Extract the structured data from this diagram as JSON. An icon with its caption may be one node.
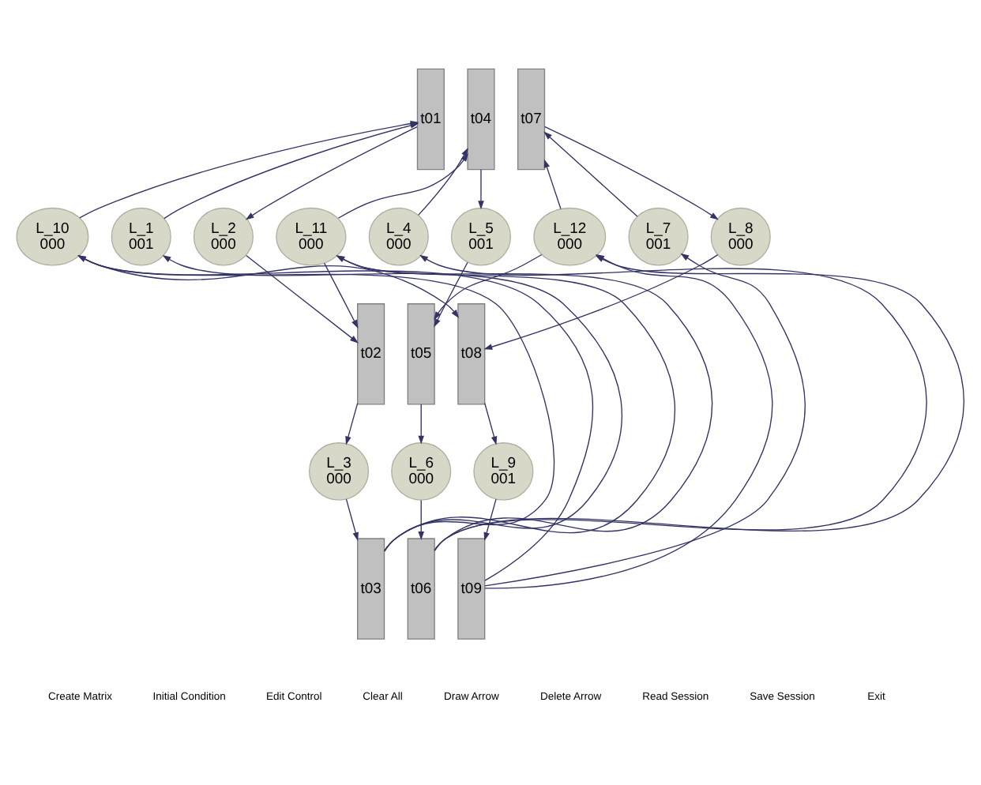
{
  "diagram": {
    "nodes": [
      {
        "text": [
          "t01"
        ]
      },
      {
        "text": [
          "t04"
        ]
      },
      {
        "text": [
          "t07"
        ]
      },
      {
        "text": [
          "L_10",
          "000"
        ]
      },
      {
        "text": [
          "L_1",
          "001"
        ]
      },
      {
        "text": [
          "L_2",
          "000"
        ]
      },
      {
        "text": [
          "L_11",
          "000"
        ]
      },
      {
        "text": [
          "L_4",
          "000"
        ]
      },
      {
        "text": [
          "L_5",
          "001"
        ]
      },
      {
        "text": [
          "L_12",
          "000"
        ]
      },
      {
        "text": [
          "L_7",
          "001"
        ]
      },
      {
        "text": [
          "L_8",
          "000"
        ]
      },
      {
        "text": [
          "t02"
        ]
      },
      {
        "text": [
          "t05"
        ]
      },
      {
        "text": [
          "t08"
        ]
      },
      {
        "text": [
          "L_3",
          "000"
        ]
      },
      {
        "text": [
          "L_6",
          "000"
        ]
      },
      {
        "text": [
          "L_9",
          "001"
        ]
      },
      {
        "text": [
          "t03"
        ]
      },
      {
        "text": [
          "t06"
        ]
      },
      {
        "text": [
          "t09"
        ]
      }
    ],
    "edges": [
      {
        "from": 3,
        "to": 0,
        "arrow": "to"
      },
      {
        "from": 4,
        "to": 0,
        "arrow": "to"
      },
      {
        "from": 0,
        "to": 5,
        "arrow": "to"
      },
      {
        "from": 6,
        "to": 1,
        "arrow": "to"
      },
      {
        "from": 7,
        "to": 1,
        "arrow": "to"
      },
      {
        "from": 1,
        "to": 8,
        "arrow": "to"
      },
      {
        "from": 9,
        "to": 2,
        "arrow": "to"
      },
      {
        "from": 10,
        "to": 2,
        "arrow": "to"
      },
      {
        "from": 2,
        "to": 11,
        "arrow": "to"
      },
      {
        "from": 3,
        "to": 14,
        "arrow": "to"
      },
      {
        "from": 5,
        "to": 12,
        "arrow": "to"
      },
      {
        "from": 6,
        "to": 12,
        "arrow": "to"
      },
      {
        "from": 12,
        "to": 15,
        "arrow": "to"
      },
      {
        "from": 8,
        "to": 13,
        "arrow": "to"
      },
      {
        "from": 9,
        "to": 13,
        "arrow": "to"
      },
      {
        "from": 13,
        "to": 16,
        "arrow": "to"
      },
      {
        "from": 11,
        "to": 14,
        "arrow": "to"
      },
      {
        "from": 14,
        "to": 17,
        "arrow": "to"
      },
      {
        "from": 15,
        "to": 18,
        "arrow": "to"
      },
      {
        "from": 16,
        "to": 19,
        "arrow": "to"
      },
      {
        "from": 17,
        "to": 20,
        "arrow": "to"
      },
      {
        "from": 18,
        "to": 4,
        "arrow": "to"
      },
      {
        "from": 18,
        "to": 3,
        "arrow": "to"
      },
      {
        "from": 18,
        "to": 6,
        "arrow": "to"
      },
      {
        "from": 19,
        "to": 7,
        "arrow": "to"
      },
      {
        "from": 19,
        "to": 6,
        "arrow": "to"
      },
      {
        "from": 19,
        "to": 9,
        "arrow": "to"
      },
      {
        "from": 20,
        "to": 10,
        "arrow": "to"
      },
      {
        "from": 20,
        "to": 9,
        "arrow": "to"
      },
      {
        "from": 20,
        "to": 3,
        "arrow": "to"
      }
    ],
    "labels": [
      "Create Matrix",
      "Initial Condition",
      "Edit Control",
      "Clear All",
      "Draw Arrow",
      "Delete Arrow",
      "Read Session",
      "Save Session",
      "Exit"
    ]
  }
}
